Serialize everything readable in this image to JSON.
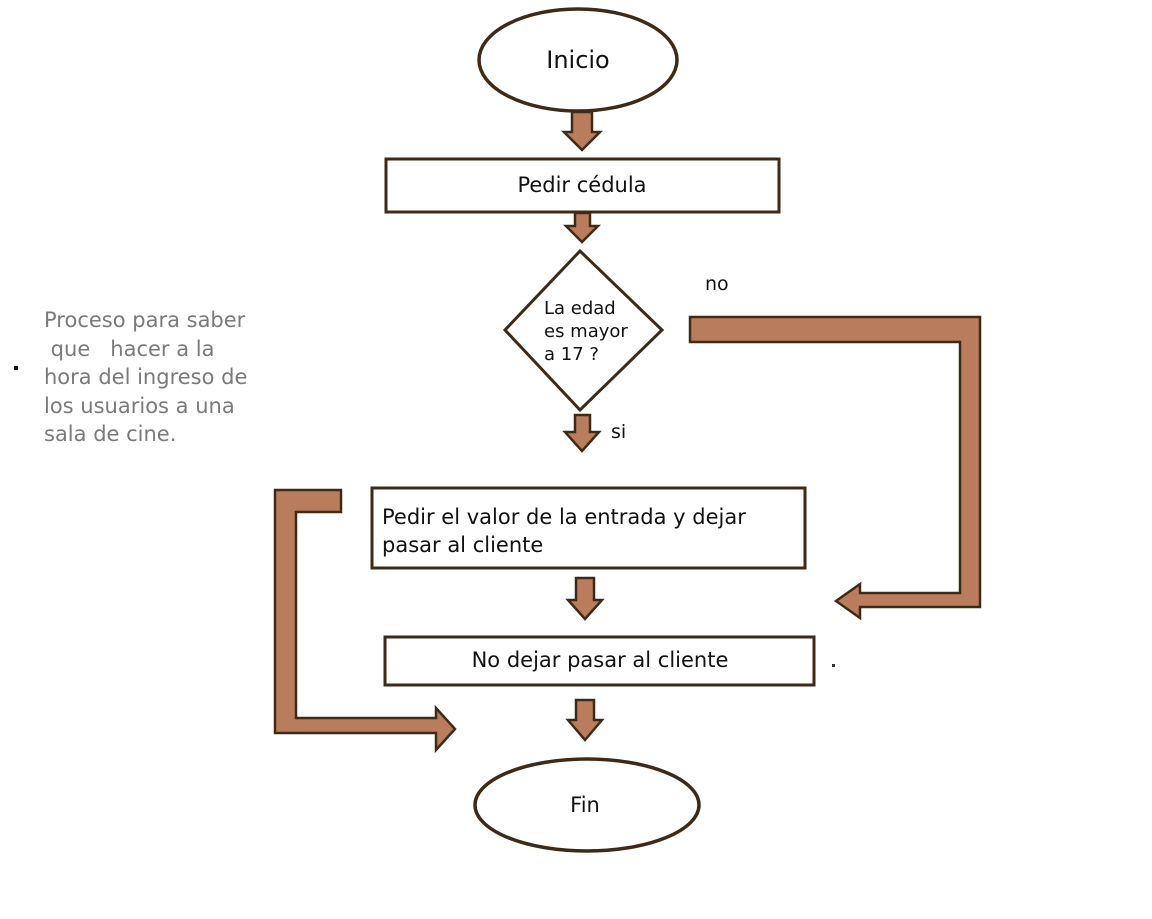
{
  "nodes": {
    "start": "Inicio",
    "ask_id": "Pedir cédula",
    "decision": [
      "La edad",
      "es mayor",
      "a 17 ?"
    ],
    "charge": [
      "Pedir el valor de la entrada y dejar",
      "pasar al cliente"
    ],
    "deny": "No dejar pasar al cliente",
    "end": "Fin"
  },
  "labels": {
    "no": "no",
    "si": "si"
  },
  "side_note": [
    "Proceso para saber",
    " que   hacer a la",
    "hora del ingreso de",
    "los usuarios a una",
    "sala de cine."
  ],
  "colors": {
    "arrow_fill": "#b97d5e",
    "outline": "#3f2a17",
    "side_text": "#7a7a7a"
  }
}
